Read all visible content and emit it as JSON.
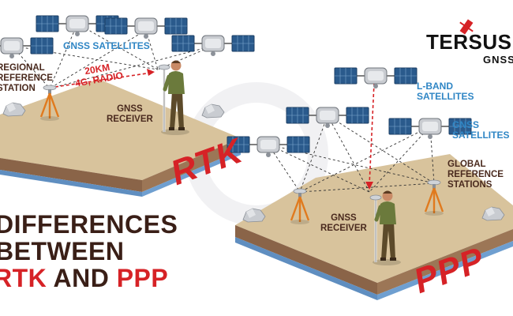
{
  "brand": {
    "name": "TERSUS",
    "sub": "GNSS",
    "accent": "#d62226"
  },
  "rtk": {
    "tag": "RTK",
    "gnss_satellites": "GNSS SATELLITES",
    "reference_station": "REGIONAL\nREFERENCE\nSTATION",
    "link": "20KM\n4G, RADIO",
    "receiver": "GNSS\nRECEIVER"
  },
  "ppp": {
    "tag": "PPP",
    "lband": "L-BAND\nSATELLITES",
    "gnss_satellites": "GNSS\nSATELLITES",
    "reference_stations": "GLOBAL\nREFERENCE\nSTATIONS",
    "receiver": "GNSS\nRECEIVER"
  },
  "headline": {
    "line1": "DIFFERENCES",
    "line2": "BETWEEN",
    "rtk": "RTK",
    "and": "AND",
    "ppp": "PPP"
  },
  "colors": {
    "ground_top": "#d8c39c",
    "ground_side": "#9c7656",
    "water": "#6f9fd0",
    "tripod": "#e07a1e",
    "satellite_panel": "#2a5a8c",
    "label_blue": "#2f86c5",
    "label_dark": "#4a2a1e"
  },
  "icons": {
    "satellite": "satellite-icon",
    "tripod": "tripod-icon",
    "surveyor": "surveyor-icon",
    "rock": "rock-icon"
  }
}
